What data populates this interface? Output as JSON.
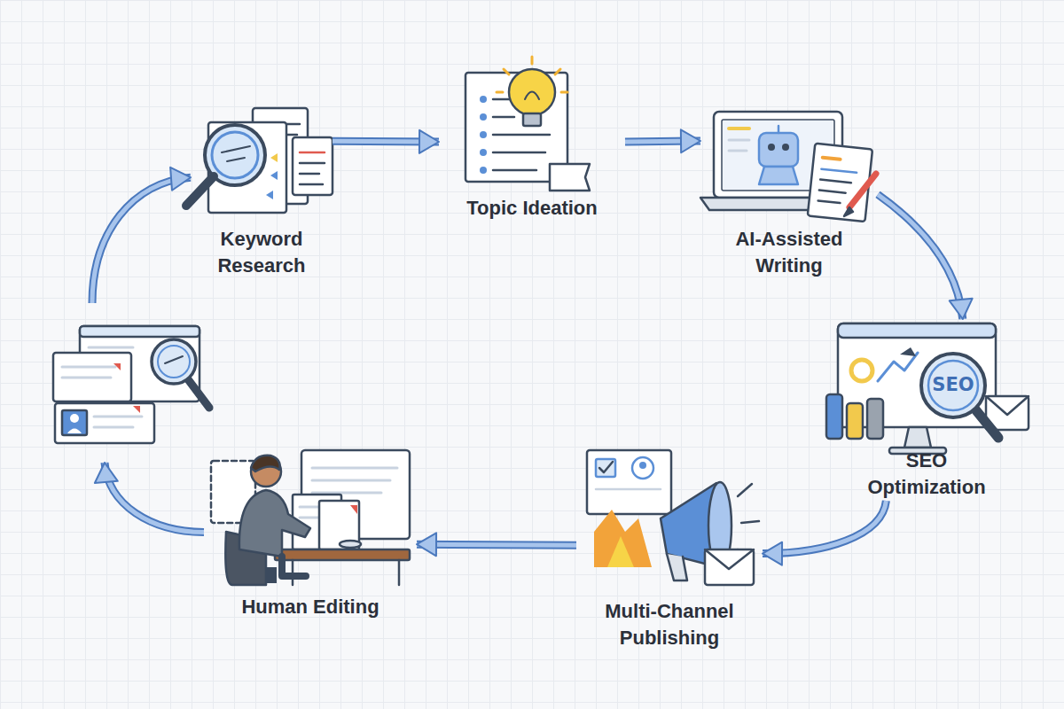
{
  "diagram": {
    "nodes": [
      {
        "text": [
          "Keyword Research"
        ]
      },
      {
        "text": [
          "Topic Ideation"
        ]
      },
      {
        "text": [
          "AI-Assisted Writing"
        ]
      },
      {
        "text": [
          "SEO Optimization"
        ]
      },
      {
        "text": [
          "Multi-Channel Publishing"
        ]
      },
      {
        "text": [
          "Human Editing"
        ]
      }
    ],
    "edges": [
      {
        "from": 0,
        "to": 1,
        "arrow": "to"
      },
      {
        "from": 1,
        "to": 2,
        "arrow": "to"
      },
      {
        "from": 2,
        "to": 3,
        "arrow": "to"
      },
      {
        "from": 3,
        "to": 4,
        "arrow": "to"
      },
      {
        "from": 4,
        "to": 5,
        "arrow": "to"
      },
      {
        "from": 5,
        "to": 0,
        "arrow": "to"
      }
    ],
    "labels": [
      "SEO"
    ]
  }
}
